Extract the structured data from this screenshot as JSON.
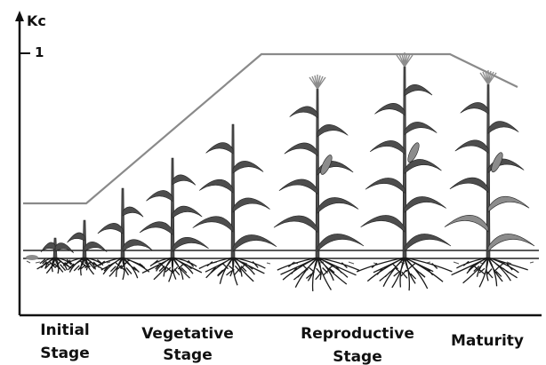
{
  "axis": {
    "y_label": "Kc",
    "y_tick_label": "1"
  },
  "kc_curve": {
    "points": [
      {
        "stage": "Initial",
        "kc": 0.4
      },
      {
        "stage": "Initial",
        "kc": 0.4
      },
      {
        "stage": "Reproductive",
        "kc": 1.0
      },
      {
        "stage": "Reproductive",
        "kc": 1.0
      },
      {
        "stage": "Maturity",
        "kc": 0.78
      }
    ]
  },
  "stages": [
    {
      "line1": "Initial",
      "line2": "Stage"
    },
    {
      "line1": "Vegetative",
      "line2": "Stage"
    },
    {
      "line1": "Reproductive",
      "line2": "Stage"
    },
    {
      "line1": "Maturity",
      "line2": ""
    }
  ],
  "colors": {
    "curve": "#8a8a8a",
    "axis": "#111111",
    "plant": "#4d4d4d",
    "plant_light": "#8c8c8c",
    "roots": "#1a1a1a",
    "ground": "#222222"
  },
  "plants": [
    {
      "growth": "seedling",
      "icon": "seedling-icon"
    },
    {
      "growth": "seedling",
      "icon": "seedling-icon"
    },
    {
      "growth": "young",
      "icon": "corn-plant-icon"
    },
    {
      "growth": "young",
      "icon": "corn-plant-icon"
    },
    {
      "growth": "vegetative",
      "icon": "corn-plant-icon"
    },
    {
      "growth": "vegetative",
      "icon": "corn-plant-icon"
    },
    {
      "growth": "vegetative",
      "icon": "corn-plant-icon"
    },
    {
      "growth": "reproductive",
      "icon": "corn-plant-icon"
    },
    {
      "growth": "reproductive",
      "icon": "corn-plant-icon"
    },
    {
      "growth": "maturity",
      "icon": "corn-plant-icon"
    }
  ]
}
